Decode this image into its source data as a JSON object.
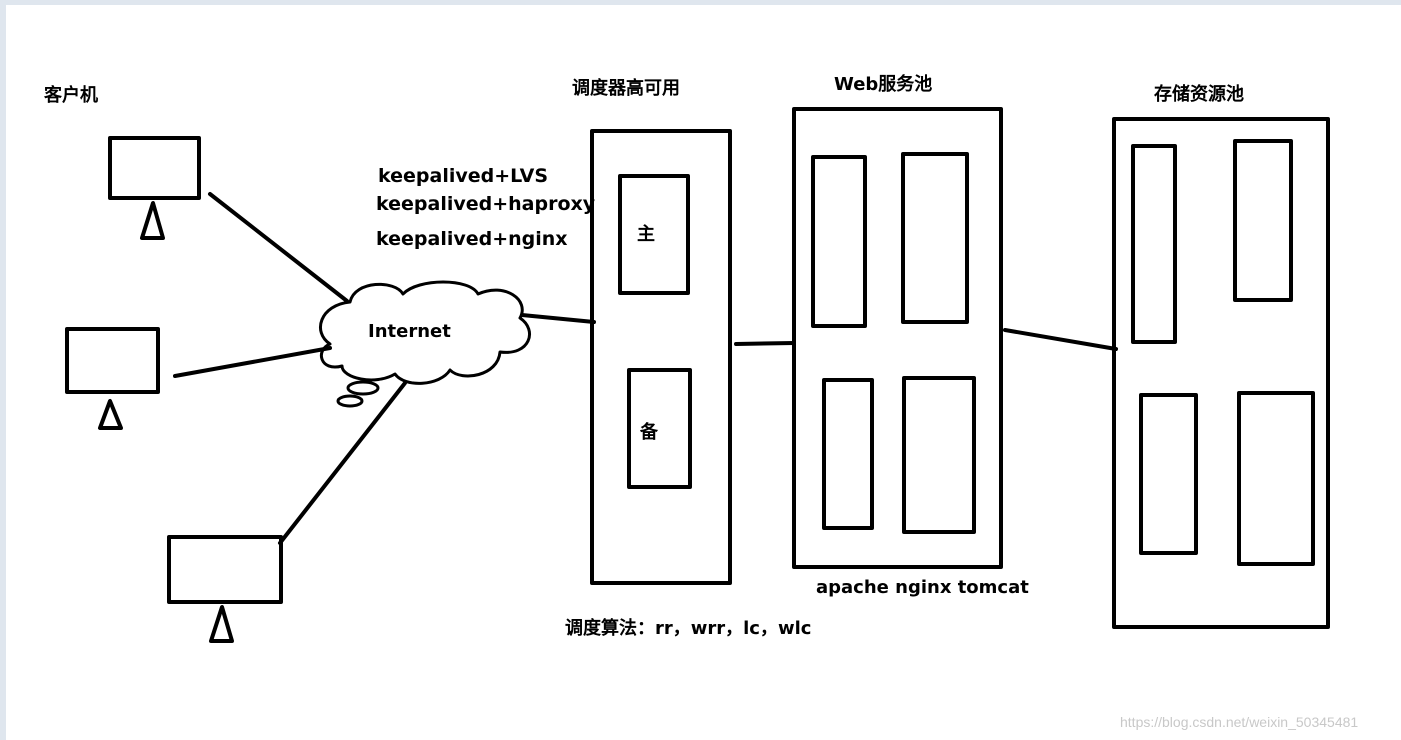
{
  "labels": {
    "clients": "客户机",
    "ha_scheduler": "调度器高可用",
    "web_pool": "Web服务池",
    "storage_pool": "存储资源池",
    "ha_combo_1": "keepalived+LVS",
    "ha_combo_2": "keepalived+haproxy",
    "ha_combo_3": "keepalived+nginx",
    "internet": "Internet",
    "master": "主",
    "backup": "备",
    "web_servers": "apache nginx tomcat",
    "algorithms": "调度算法：rr，wrr，lc，wlc"
  },
  "watermark": "https://blog.csdn.net/weixin_50345481",
  "colors": {
    "stroke": "#000000",
    "background": "#ffffff",
    "frame": "#dfe6ee",
    "watermark": "#c8c8c8"
  }
}
